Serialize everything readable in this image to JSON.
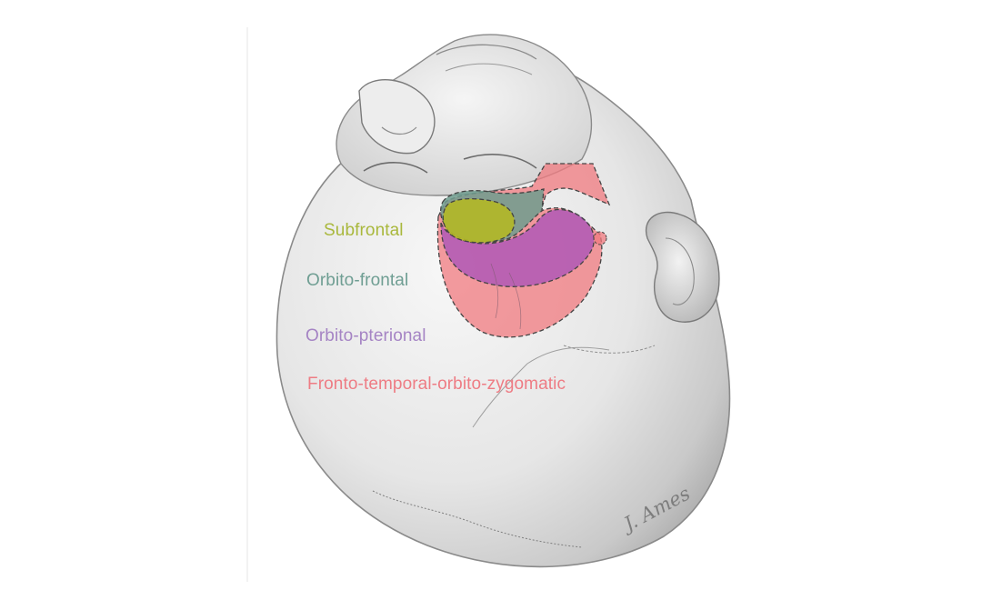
{
  "labels": {
    "subfrontal": "Subfrontal",
    "orbito_frontal": "Orbito-frontal",
    "orbito_pterional": "Orbito-pterional",
    "fronto_temporal_orbito_zygomatic": "Fronto-temporal-orbito-zygomatic"
  },
  "signature": "J. Ames",
  "colors": {
    "subfrontal": "#b3b826",
    "orbito_frontal": "#6f9c8e",
    "orbito_pterional": "#a24cbc",
    "fronto_temporal_orbito_zygomatic": "#f07a7f",
    "label_subfrontal": "#a9b83c",
    "label_orbito_frontal": "#6f9e93",
    "label_orbito_pterional": "#a584c4",
    "label_ftoz": "#ee7c84"
  }
}
